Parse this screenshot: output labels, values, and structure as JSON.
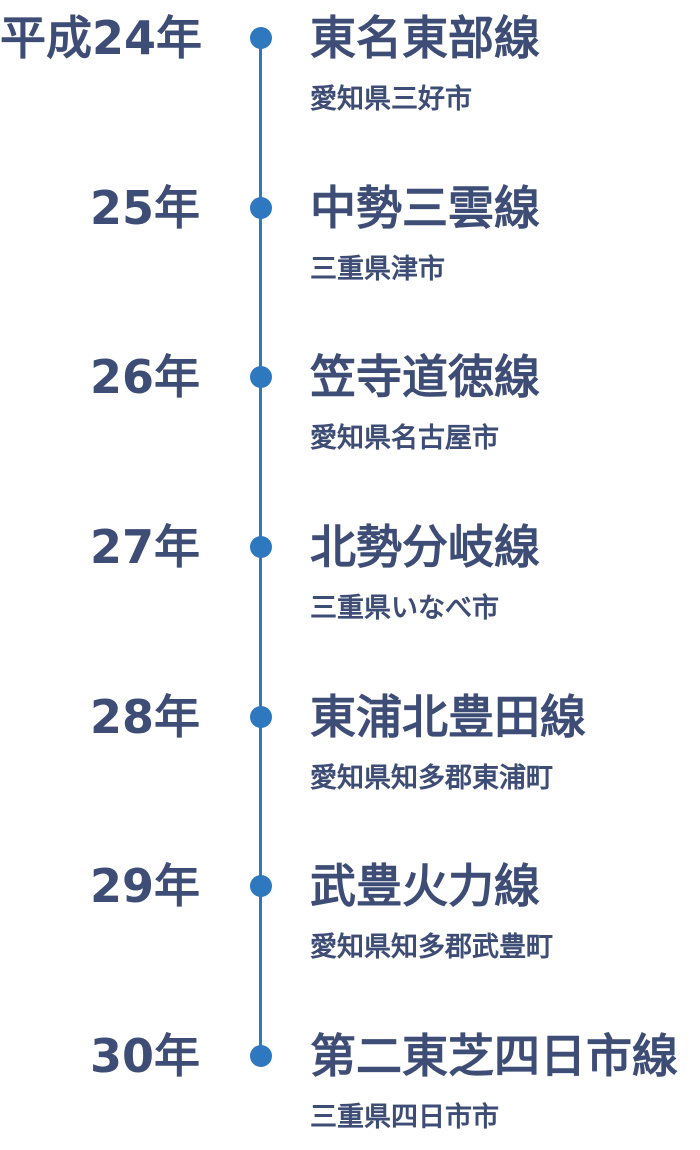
{
  "page": {
    "background_color": "#ffffff",
    "description": "Vertical timeline of transmission lines by Japanese era year (Heisei 24-30)"
  },
  "timeline": {
    "accent_color": "#2e78c0",
    "text_color": "#3e4d76",
    "entries": [
      {
        "year": "平成24年",
        "title": "東名東部線",
        "location": "愛知県三好市"
      },
      {
        "year": "25年",
        "title": "中勢三雲線",
        "location": "三重県津市"
      },
      {
        "year": "26年",
        "title": "笠寺道徳線",
        "location": "愛知県名古屋市"
      },
      {
        "year": "27年",
        "title": "北勢分岐線",
        "location": "三重県いなべ市"
      },
      {
        "year": "28年",
        "title": "東浦北豊田線",
        "location": "愛知県知多郡東浦町"
      },
      {
        "year": "29年",
        "title": "武豊火力線",
        "location": "愛知県知多郡武豊町"
      },
      {
        "year": "30年",
        "title": "第二東芝四日市線",
        "location": "三重県四日市市"
      }
    ]
  }
}
